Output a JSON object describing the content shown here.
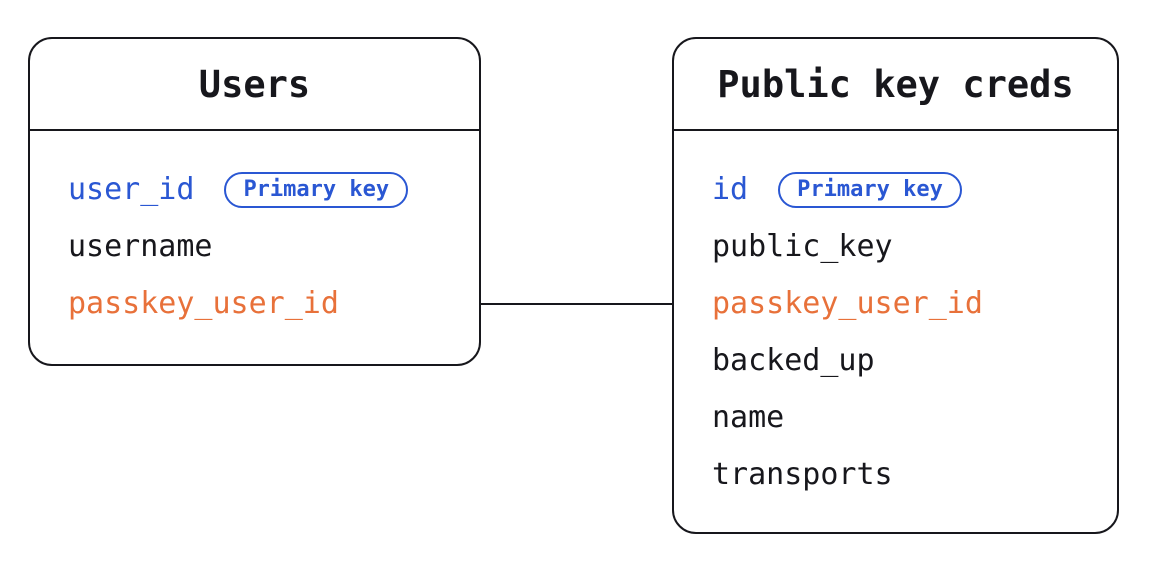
{
  "diagram": {
    "tables": [
      {
        "title": "Users",
        "fields": [
          {
            "name": "user_id",
            "color": "blue",
            "badge": "Primary key"
          },
          {
            "name": "username",
            "color": "black"
          },
          {
            "name": "passkey_user_id",
            "color": "orange"
          }
        ]
      },
      {
        "title": "Public key creds",
        "fields": [
          {
            "name": "id",
            "color": "blue",
            "badge": "Primary key"
          },
          {
            "name": "public_key",
            "color": "black"
          },
          {
            "name": "passkey_user_id",
            "color": "orange"
          },
          {
            "name": "backed_up",
            "color": "black"
          },
          {
            "name": "name",
            "color": "black"
          },
          {
            "name": "transports",
            "color": "black"
          }
        ]
      }
    ],
    "relationships": [
      {
        "from_table": "Users",
        "from_field": "passkey_user_id",
        "to_table": "Public key creds",
        "to_field": "passkey_user_id"
      }
    ],
    "colors": {
      "ink": "#17171c",
      "primary_key_blue": "#2a57d3",
      "link_field_orange": "#e8713a",
      "background": "#ffffff"
    }
  }
}
